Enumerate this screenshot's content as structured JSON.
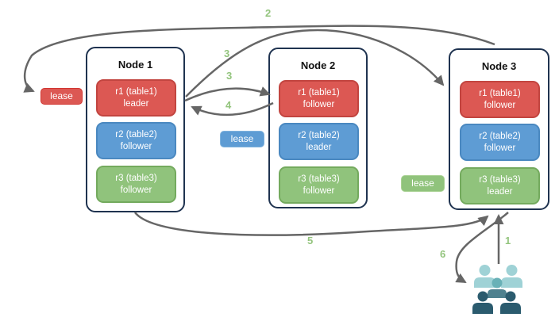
{
  "nodes": [
    {
      "title": "Node 1",
      "replicas": [
        {
          "name": "r1 (table1)",
          "role": "leader",
          "color": "red"
        },
        {
          "name": "r2 (table2)",
          "role": "follower",
          "color": "blue"
        },
        {
          "name": "r3 (table3)",
          "role": "follower",
          "color": "green"
        }
      ]
    },
    {
      "title": "Node 2",
      "replicas": [
        {
          "name": "r1 (table1)",
          "role": "follower",
          "color": "red"
        },
        {
          "name": "r2 (table2)",
          "role": "leader",
          "color": "blue"
        },
        {
          "name": "r3 (table3)",
          "role": "follower",
          "color": "green"
        }
      ]
    },
    {
      "title": "Node 3",
      "replicas": [
        {
          "name": "r1 (table1)",
          "role": "follower",
          "color": "red"
        },
        {
          "name": "r2 (table2)",
          "role": "follower",
          "color": "blue"
        },
        {
          "name": "r3 (table3)",
          "role": "leader",
          "color": "green"
        }
      ]
    }
  ],
  "leases": [
    {
      "label": "lease",
      "color": "red"
    },
    {
      "label": "lease",
      "color": "blue"
    },
    {
      "label": "lease",
      "color": "green"
    }
  ],
  "arrow_labels": [
    {
      "label": "1"
    },
    {
      "label": "2"
    },
    {
      "label": "3"
    },
    {
      "label": "3"
    },
    {
      "label": "4"
    },
    {
      "label": "5"
    },
    {
      "label": "6"
    }
  ],
  "icons": {
    "users_group": "users-group-icon"
  },
  "colors": {
    "replica_red": "#dc5853",
    "replica_red_border": "#c24540",
    "replica_blue": "#5e9cd4",
    "replica_blue_border": "#4a88c0",
    "replica_green": "#90c37c",
    "replica_green_border": "#74aa5e",
    "node_border": "#1f3350",
    "arrow": "#666666",
    "step_label": "#93c47d",
    "users_light": "#9fd2d6",
    "users_mid_head": "#69b1b7",
    "users_mid_body": "#4e818f",
    "users_dark": "#2b5b6e"
  }
}
